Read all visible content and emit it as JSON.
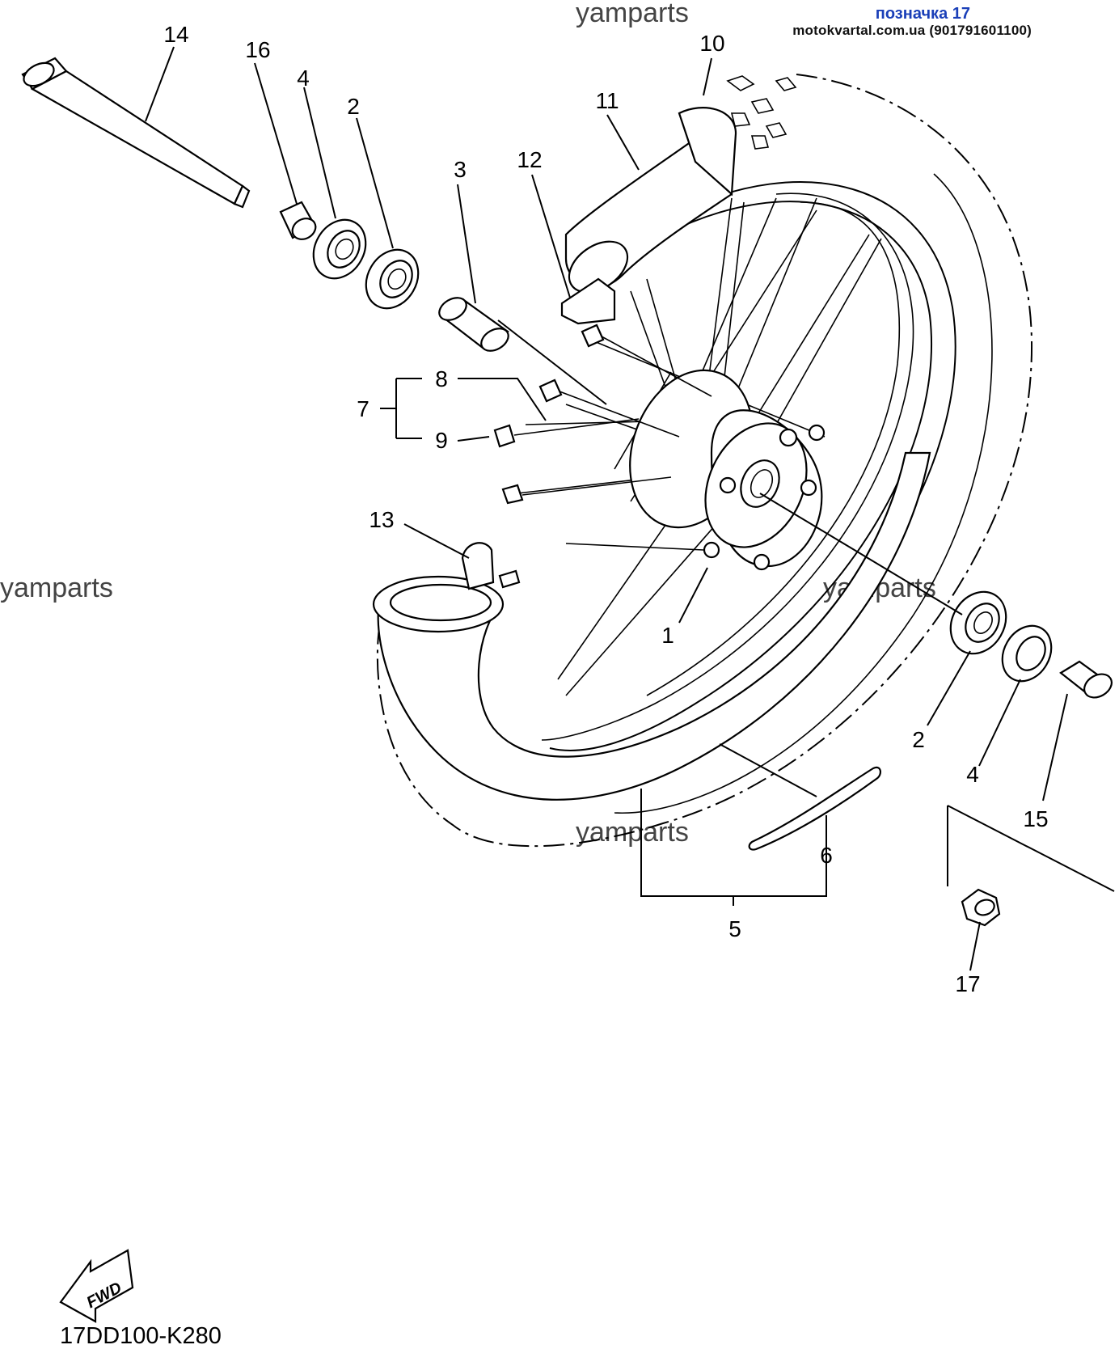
{
  "header": {
    "label": "позначка 17",
    "site": "motokvartal.com.ua (901791601100)"
  },
  "watermarks": [
    "yamparts",
    "yamparts",
    "yamparts",
    "yamparts"
  ],
  "callouts": {
    "c1": "1",
    "c2a": "2",
    "c2b": "2",
    "c3": "3",
    "c4a": "4",
    "c4b": "4",
    "c5": "5",
    "c6": "6",
    "c7": "7",
    "c8": "8",
    "c9": "9",
    "c10": "10",
    "c11": "11",
    "c12": "12",
    "c13": "13",
    "c14": "14",
    "c15": "15",
    "c16": "16",
    "c17": "17"
  },
  "fwd_label": "FWD",
  "diagram_code": "17DD100-K280",
  "icons": {
    "direction": "fwd-arrow-icon"
  }
}
